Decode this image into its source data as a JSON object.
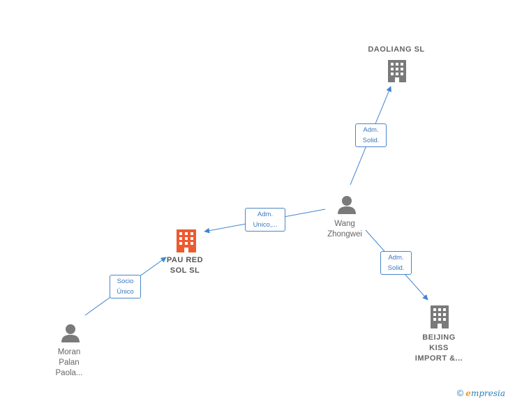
{
  "colors": {
    "edge": "#3f86d0",
    "company_gray": "#7a7a7a",
    "company_main": "#ee5a2f",
    "person_gray": "#7a7a7a"
  },
  "nodes": {
    "daoliang": {
      "label": "DAOLIANG  SL",
      "icon": "building-icon"
    },
    "paured": {
      "label_line1": "PAU RED",
      "label_line2": "SOL  SL",
      "icon": "building-icon"
    },
    "beijing": {
      "label_line1": "BEIJING",
      "label_line2": "KISS",
      "label_line3": "IMPORT &...",
      "icon": "building-icon"
    },
    "wang": {
      "label_line1": "Wang",
      "label_line2": "Zhongwei",
      "icon": "person-icon"
    },
    "moran": {
      "label_line1": "Moran",
      "label_line2": "Palan",
      "label_line3": "Paola...",
      "icon": "person-icon"
    }
  },
  "edges": {
    "wang_daoliang": {
      "line1": "Adm.",
      "line2": "Solid."
    },
    "wang_paured": {
      "line1": "Adm.",
      "line2": "Unico,..."
    },
    "wang_beijing": {
      "line1": "Adm.",
      "line2": "Solid."
    },
    "moran_paured": {
      "line1": "Socio",
      "line2": "Único"
    }
  },
  "footer": {
    "copyright": "©",
    "brand_initial": "e",
    "brand_rest": "mpresia"
  }
}
